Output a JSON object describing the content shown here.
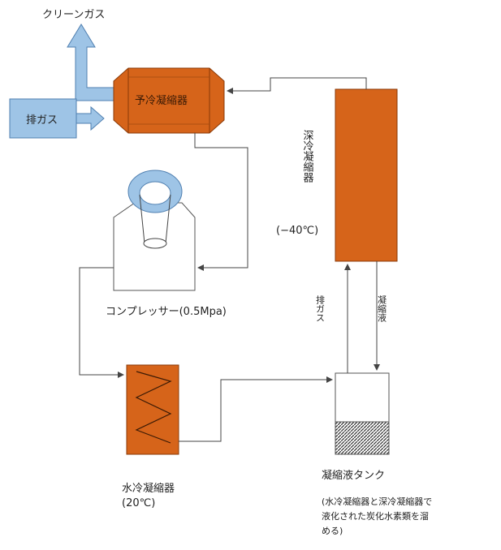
{
  "labels": {
    "clean_gas": "クリーンガス",
    "exhaust_gas": "排ガス",
    "pre_condenser": "予冷凝縮器",
    "deep_condenser": "深冷凝縮器",
    "deep_temp": "(−40℃)",
    "compressor": "コンプレッサー(0.5Mpa)",
    "water_condenser": "水冷凝縮器",
    "water_temp": "(20℃)",
    "exhaust_up": "排ガス",
    "condensate_down": "凝縮液",
    "tank": "凝縮液タンク",
    "tank_note_1": "(水冷凝縮器と深冷凝縮器で",
    "tank_note_2": "液化された炭化水素類を溜",
    "tank_note_3": "める)"
  },
  "colors": {
    "orange": "#d6641a",
    "orange_edge": "#8a3a08",
    "blue": "#9ec4e6",
    "blue_edge": "#4f7fb0",
    "line": "#444444"
  }
}
